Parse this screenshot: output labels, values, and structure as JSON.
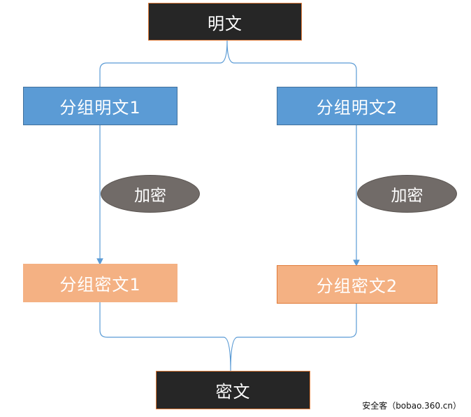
{
  "nodes": {
    "plaintext": "明文",
    "block_plaintext_1": "分组明文1",
    "block_plaintext_2": "分组明文2",
    "encrypt_1": "加密",
    "encrypt_2": "加密",
    "block_ciphertext_1": "分组密文1",
    "block_ciphertext_2": "分组密文2",
    "ciphertext": "密文"
  },
  "watermark": "安全客（bobao.360.cn）",
  "colors": {
    "dark_box": "#262626",
    "dark_box_border": "#e07b39",
    "plaintext_block": "#5b9bd5",
    "ciphertext_block": "#f4b183",
    "encrypt_ellipse": "#716b68",
    "connector_line": "#5b9bd5"
  }
}
